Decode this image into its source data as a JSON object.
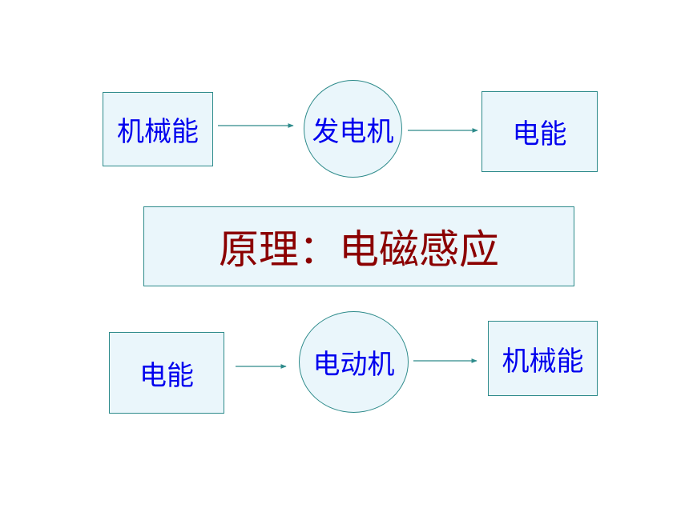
{
  "top_row": {
    "input": "机械能",
    "device": "发电机",
    "output": "电能"
  },
  "principle": "原理：电磁感应",
  "bottom_row": {
    "input": "电能",
    "device": "电动机",
    "output": "机械能"
  },
  "colors": {
    "box_fill": "#eaf6fb",
    "border": "#2e8b8b",
    "text_blue": "#0000ee",
    "principle_text": "#8b0000",
    "arrow": "#2e8b8b"
  }
}
